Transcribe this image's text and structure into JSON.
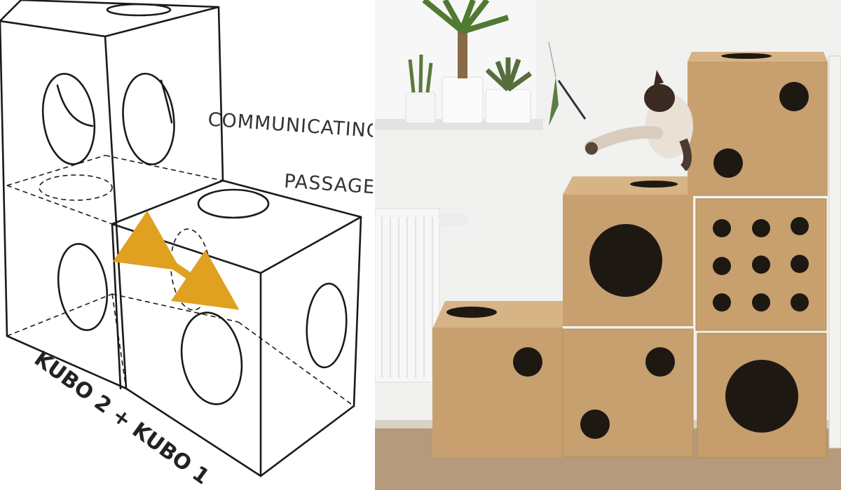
{
  "diagram": {
    "annotation_line1": "COMMUNICATING",
    "annotation_line2": "PASSAGE",
    "axis_label": "KUBO 2 + KUBO 1",
    "arrow_color": "#e0a020",
    "line_color": "#1a1a1a"
  },
  "photo": {
    "wall_color": "#f1f1ef",
    "floor_color": "#b59a7c",
    "cardboard_color": "#c8a070",
    "cardboard_top_color": "#d7b486"
  }
}
